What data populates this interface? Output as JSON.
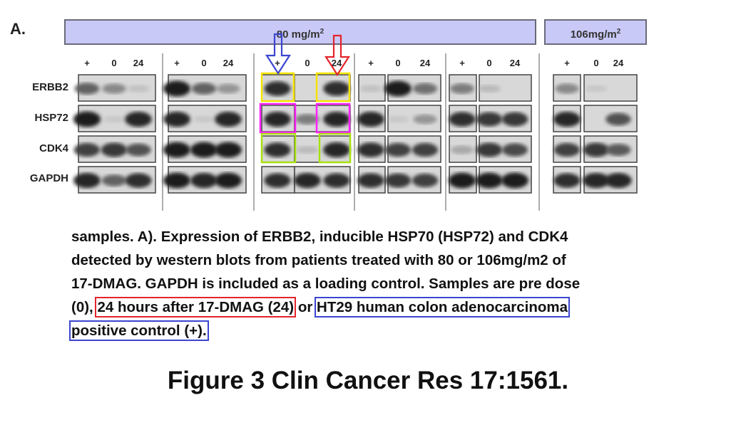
{
  "figure": {
    "panel_letter": "A.",
    "dose_groups": [
      {
        "label": "80 mg/m",
        "sup": "2"
      },
      {
        "label": "106mg/m",
        "sup": "2"
      }
    ],
    "proteins": [
      "ERBB2",
      "HSP72",
      "CDK4",
      "GAPDH"
    ],
    "lanes": [
      "+",
      "0",
      "24"
    ]
  },
  "caption": {
    "line1": "samples. A). Expression of ERBB2, inducible HSP70 (HSP72) and CDK4",
    "line2": "detected by western blots from patients treated with 80 or 106mg/m2 of",
    "line3": "17-DMAG. GAPDH is included as a loading control. Samples are pre dose",
    "line4_a": "(0), ",
    "line4_red": "24 hours after 17-DMAG (24)",
    "line4_b": " or ",
    "line4_blue": "HT29 human colon adenocarcinoma",
    "line5_blue": "positive control (+)."
  },
  "title": "Figure 3 Clin Cancer Res 17:1561.",
  "colors": {
    "dose_bar": "#c9c9f7",
    "highlight_red": "#e4242b",
    "highlight_blue": "#3b45d0",
    "yellow": "#f5e400",
    "magenta": "#ff20ff",
    "lime": "#a8e010"
  }
}
